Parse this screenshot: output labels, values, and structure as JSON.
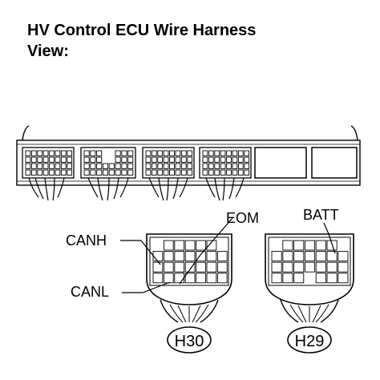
{
  "title": {
    "line1": "HV Control ECU Wire Harness",
    "line2": "View:"
  },
  "callouts": {
    "canh": "CANH",
    "canl": "CANL",
    "eom": "EOM",
    "batt": "BATT"
  },
  "connectors": {
    "left_code": "H30",
    "right_code": "H29"
  }
}
